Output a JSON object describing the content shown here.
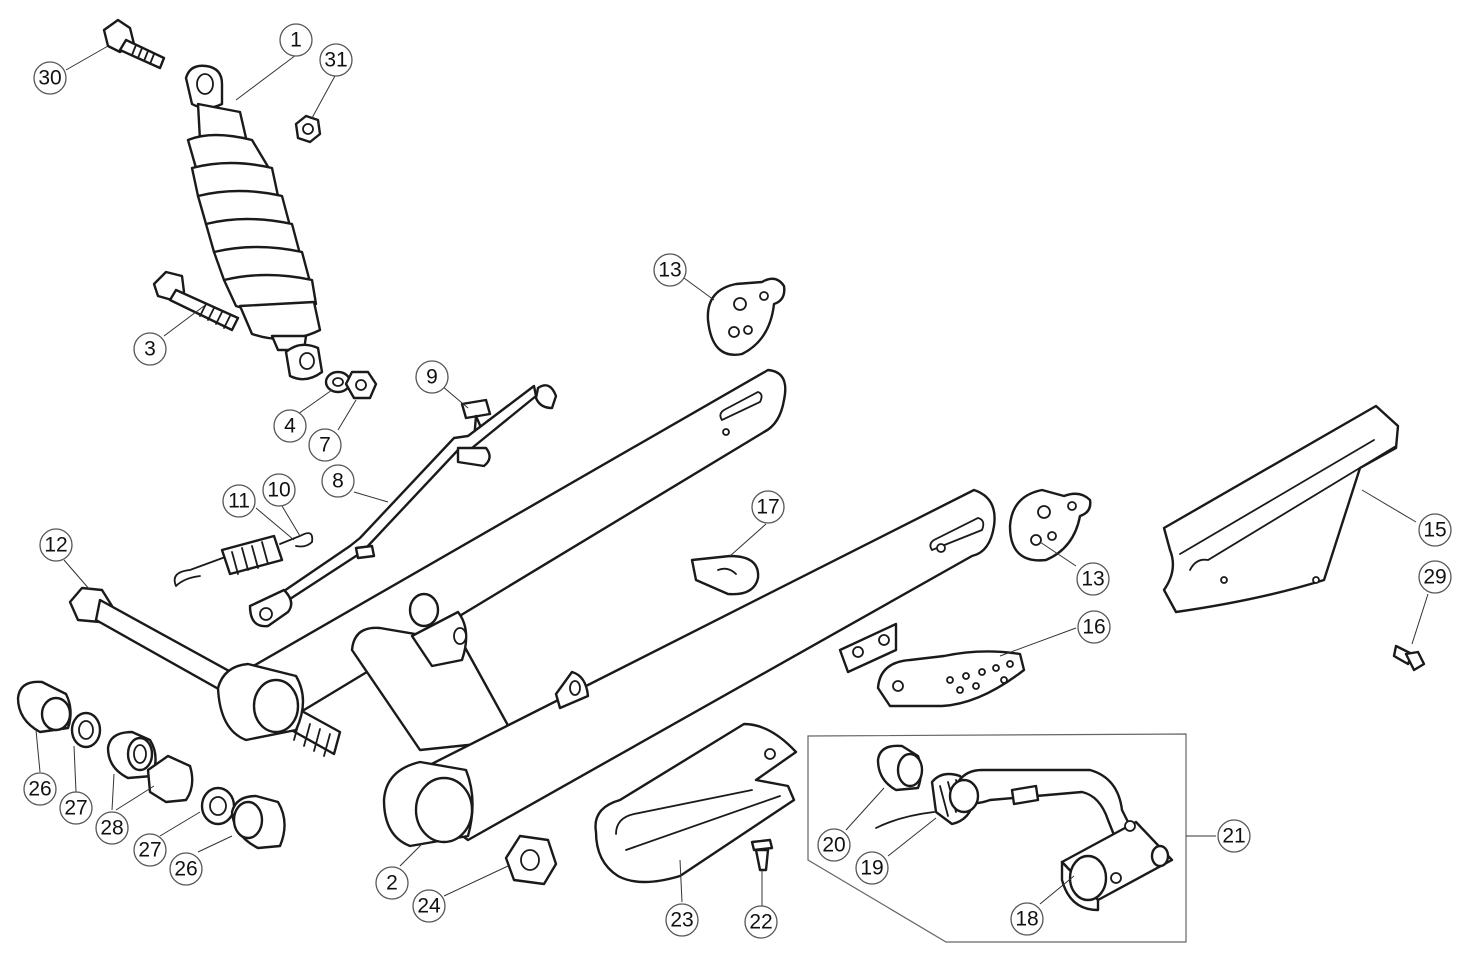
{
  "diagram": {
    "callouts": [
      {
        "id": "c1",
        "label": "1"
      },
      {
        "id": "c2",
        "label": "2"
      },
      {
        "id": "c3",
        "label": "3"
      },
      {
        "id": "c4",
        "label": "4"
      },
      {
        "id": "c7",
        "label": "7"
      },
      {
        "id": "c8",
        "label": "8"
      },
      {
        "id": "c9",
        "label": "9"
      },
      {
        "id": "c10",
        "label": "10"
      },
      {
        "id": "c11",
        "label": "11"
      },
      {
        "id": "c12",
        "label": "12"
      },
      {
        "id": "c13a",
        "label": "13"
      },
      {
        "id": "c13b",
        "label": "13"
      },
      {
        "id": "c15",
        "label": "15"
      },
      {
        "id": "c16",
        "label": "16"
      },
      {
        "id": "c17",
        "label": "17"
      },
      {
        "id": "c18",
        "label": "18"
      },
      {
        "id": "c19",
        "label": "19"
      },
      {
        "id": "c20",
        "label": "20"
      },
      {
        "id": "c21",
        "label": "21"
      },
      {
        "id": "c22",
        "label": "22"
      },
      {
        "id": "c23",
        "label": "23"
      },
      {
        "id": "c24",
        "label": "24"
      },
      {
        "id": "c26a",
        "label": "26"
      },
      {
        "id": "c26b",
        "label": "26"
      },
      {
        "id": "c27a",
        "label": "27"
      },
      {
        "id": "c27b",
        "label": "27"
      },
      {
        "id": "c28",
        "label": "28"
      },
      {
        "id": "c29",
        "label": "29"
      },
      {
        "id": "c30",
        "label": "30"
      },
      {
        "id": "c31",
        "label": "31"
      }
    ],
    "colors": {
      "line": "#1a1a1a",
      "callout_border": "#555555",
      "background": "#ffffff"
    }
  }
}
